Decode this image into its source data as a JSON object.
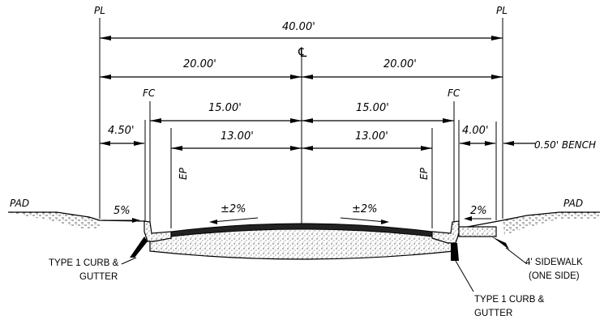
{
  "labels": {
    "pl_left": "PL",
    "pl_right": "PL",
    "centerline": "℄",
    "fc_left": "FC",
    "fc_right": "FC",
    "ep_left": "EP",
    "ep_right": "EP",
    "pad_left": "PAD",
    "pad_right": "PAD"
  },
  "dimensions": {
    "total_width": "40.00'",
    "half_left": "20.00'",
    "half_right": "20.00'",
    "fc_to_cl_left": "15.00'",
    "fc_to_cl_right": "15.00'",
    "ep_to_cl_left": "13.00'",
    "ep_to_cl_right": "13.00'",
    "parkway_left": "4.50'",
    "parkway_right": "4.00'",
    "bench": "0.50' BENCH"
  },
  "slopes": {
    "left_parkway": "5%",
    "left_pavement": "±2%",
    "right_pavement": "±2%",
    "right_sidewalk": "2%"
  },
  "notes": {
    "left_curb_line1": "TYPE 1 CURB &",
    "left_curb_line2": "GUTTER",
    "right_curb_line1": "TYPE 1 CURB &",
    "right_curb_line2": "GUTTER",
    "sidewalk_line1": "4' SIDEWALK",
    "sidewalk_line2": "(ONE SIDE)"
  }
}
